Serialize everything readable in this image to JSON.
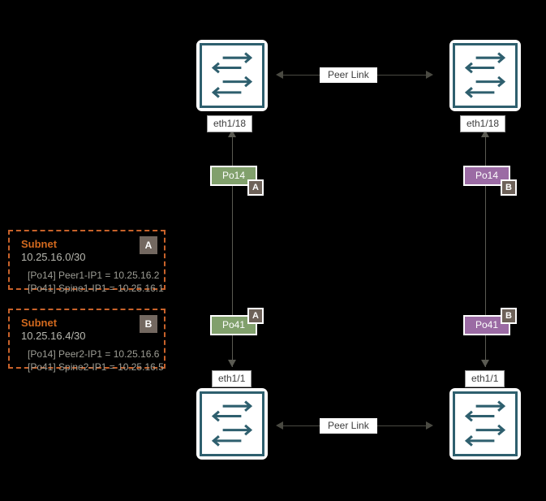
{
  "diagram": {
    "background_color": "#000000",
    "switch_color": "#2e5f6e",
    "accent_green": "#81a06c",
    "accent_purple": "#9b6ba4",
    "subnet_border_color": "#c8622a",
    "subnet_title_color": "#d2691e",
    "badge_color": "#6e6259"
  },
  "nodes": {
    "top_left_switch": {
      "icon": "switch-icon",
      "port_label": "eth1/18"
    },
    "top_right_switch": {
      "icon": "switch-icon",
      "port_label": "eth1/18"
    },
    "bottom_left_switch": {
      "icon": "switch-icon",
      "port_label": "eth1/1"
    },
    "bottom_right_switch": {
      "icon": "switch-icon",
      "port_label": "eth1/1"
    }
  },
  "peer_links": {
    "top": {
      "label": "Peer Link"
    },
    "bottom": {
      "label": "Peer Link"
    }
  },
  "port_channels": {
    "top_left": {
      "label": "Po14",
      "badge": "A",
      "color": "#81a06c"
    },
    "top_right": {
      "label": "Po14",
      "badge": "B",
      "color": "#9b6ba4"
    },
    "bottom_left": {
      "label": "Po41",
      "badge": "A",
      "color": "#81a06c"
    },
    "bottom_right": {
      "label": "Po41",
      "badge": "B",
      "color": "#9b6ba4"
    }
  },
  "subnets": [
    {
      "title": "Subnet",
      "cidr": "10.25.16.0/30",
      "badge": "A",
      "entries": [
        "[Po14] Peer1-IP1 = 10.25.16.2",
        "[Po41] Spine1-IP1 = 10.25.16.1"
      ]
    },
    {
      "title": "Subnet",
      "cidr": "10.25.16.4/30",
      "badge": "B",
      "entries": [
        "[Po14] Peer2-IP1 = 10.25.16.6",
        "[Po41] Spine2-IP1 = 10.25.16.5"
      ]
    }
  ]
}
